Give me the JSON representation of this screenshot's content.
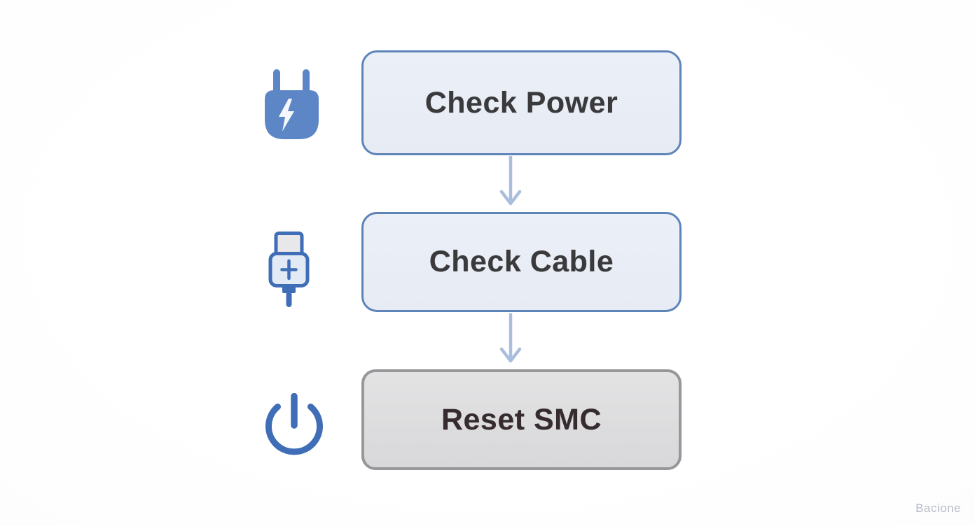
{
  "diagram": {
    "type": "flowchart",
    "orientation": "vertical",
    "nodes": [
      {
        "id": "check-power",
        "label": "Check Power",
        "icon": "power-plug-icon",
        "fill": "#e9edf6",
        "border": "#5e84b8",
        "text_color": "#3a3a3c"
      },
      {
        "id": "check-cable",
        "label": "Check Cable",
        "icon": "usb-cable-icon",
        "fill": "#e9edf6",
        "border": "#5e84b8",
        "text_color": "#3a3a3c"
      },
      {
        "id": "reset-smc",
        "label": "Reset SMC",
        "icon": "power-button-icon",
        "fill": "#dcdcde",
        "border": "#97979a",
        "text_color": "#362b2e"
      }
    ],
    "connectors": [
      {
        "from": "check-power",
        "to": "check-cable",
        "style": "arrow-down",
        "color": "#a9bedd"
      },
      {
        "from": "check-cable",
        "to": "reset-smc",
        "style": "arrow-down",
        "color": "#a9bedd"
      }
    ],
    "icon_colors": {
      "plug_blue": "#5c86c5",
      "outline_blue": "#3f6db6",
      "usb_body_fill": "#e2eaf5",
      "usb_metal_fill": "#e8e8ea",
      "bolt_white": "#f4f7fb"
    }
  },
  "watermark": {
    "text": "Bacione",
    "color": "#b6bdca"
  }
}
